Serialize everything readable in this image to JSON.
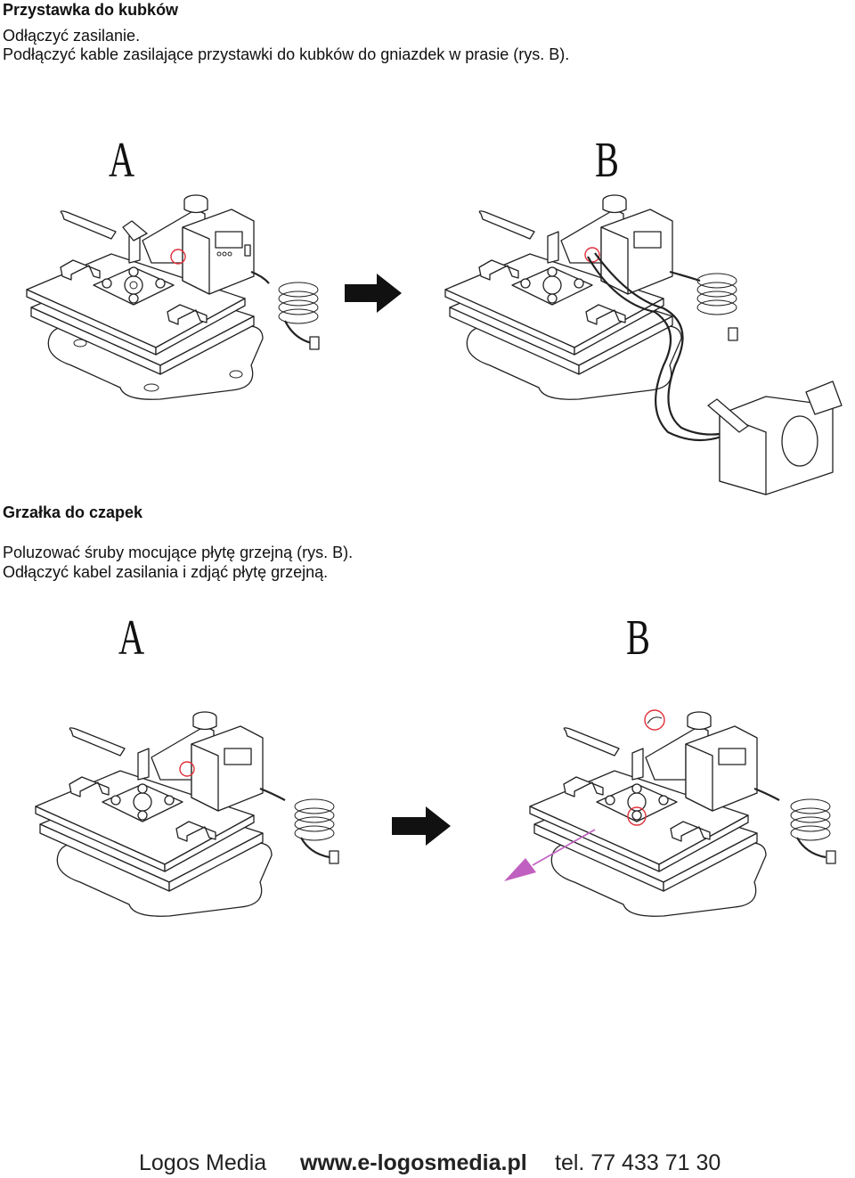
{
  "section1": {
    "title": "Przystawka do kubków",
    "lines": [
      "Odłączyć zasilanie.",
      "Podłączyć kable zasilające przystawki do kubków do gniazdek w prasie (rys. B)."
    ],
    "figure_labels": [
      "A",
      "B"
    ]
  },
  "section2": {
    "title": "Grzałka do czapek",
    "lines": [
      "Poluzować śruby mocujące płytę grzejną (rys. B).",
      "Odłączyć kabel zasilania i zdjąć płytę grzejną."
    ],
    "figure_labels": [
      "A",
      "B"
    ]
  },
  "footer": {
    "company": "Logos Media",
    "website": "www.e-logosmedia.pl",
    "phone": "tel. 77 433 71 30"
  },
  "colors": {
    "highlight_circle": "#e0303a",
    "arrow_accent": "#c060c0",
    "text": "#111111"
  },
  "icons": [
    "right-arrow-icon",
    "remove-direction-arrow-icon"
  ]
}
